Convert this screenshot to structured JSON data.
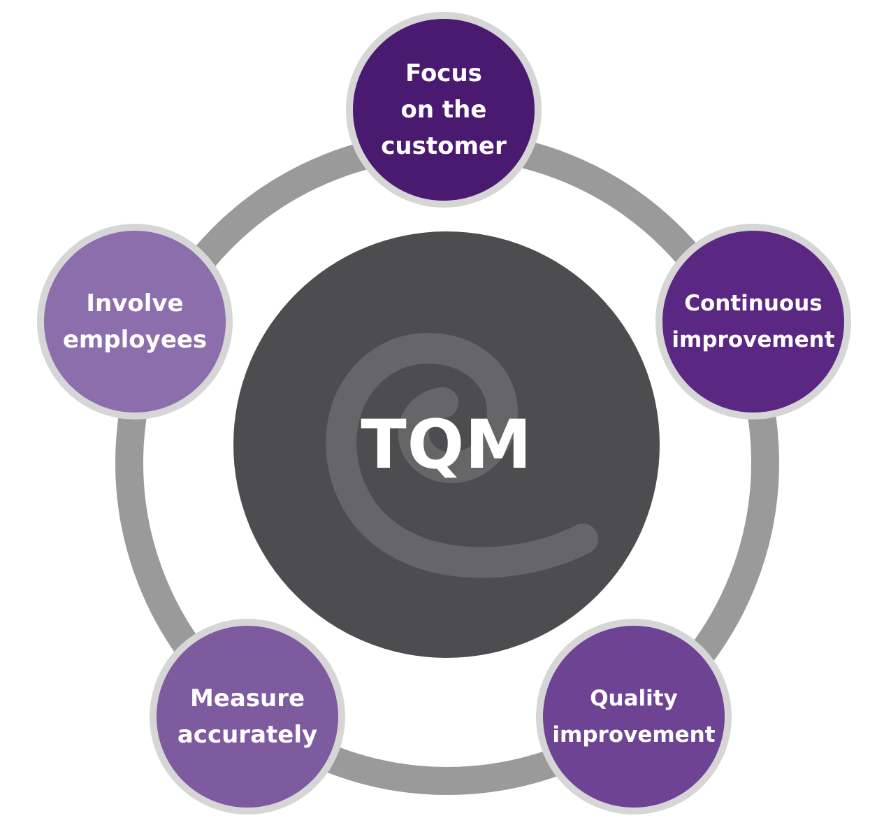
{
  "center": {
    "label": "TQM",
    "color": "#4d4d4f",
    "swirl_color": "#666668"
  },
  "ring_color": "#9a9a9a",
  "nodes": [
    {
      "id": "focus",
      "label": "Focus\non the\ncustomer",
      "color": "#4a1a70"
    },
    {
      "id": "continuous",
      "label": "Continuous\nimprovement",
      "color": "#5a2882"
    },
    {
      "id": "quality",
      "label": "Quality\nimprovement",
      "color": "#6e4394"
    },
    {
      "id": "measure",
      "label": "Measure\naccurately",
      "color": "#7e5a9e"
    },
    {
      "id": "involve",
      "label": "Involve\nemployees",
      "color": "#8c6ead"
    }
  ]
}
